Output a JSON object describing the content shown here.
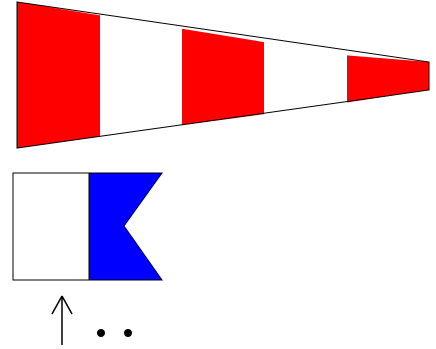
{
  "colors": {
    "red": "#ff0000",
    "white": "#ffffff",
    "blue": "#0000ff",
    "outline": "#000000",
    "background": "#ffffff"
  },
  "windsock": {
    "stripe_colors": [
      "red",
      "white",
      "red",
      "white",
      "red"
    ]
  },
  "alpha_flag": {
    "hoist_color": "white",
    "fly_color": "blue"
  },
  "symbols": {
    "arrow": "up-arrow",
    "dots_count": 2
  }
}
